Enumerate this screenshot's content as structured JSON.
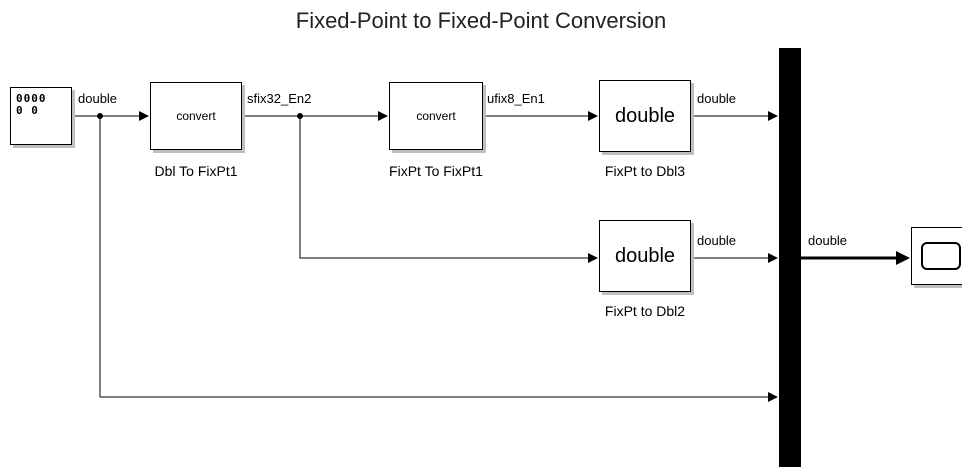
{
  "title": "Fixed-Point to Fixed-Point Conversion",
  "blocks": {
    "source": {
      "digits_top": "0000",
      "digits_bottom": "0 0"
    },
    "dbl_to_fixpt1": {
      "text": "convert",
      "label": "Dbl To FixPt1"
    },
    "fixpt_to_fixpt1": {
      "text": "convert",
      "label": "FixPt To FixPt1"
    },
    "fixpt_to_dbl3": {
      "text": "double",
      "label": "FixPt to Dbl3"
    },
    "fixpt_to_dbl2": {
      "text": "double",
      "label": "FixPt to Dbl2"
    }
  },
  "signals": {
    "s1": "double",
    "s2": "sfix32_En2",
    "s3": "ufix8_En1",
    "s4": "double",
    "s5": "double",
    "s6": "double"
  },
  "colors": {
    "line": "#000000",
    "shadow": "#bfbfbf"
  }
}
